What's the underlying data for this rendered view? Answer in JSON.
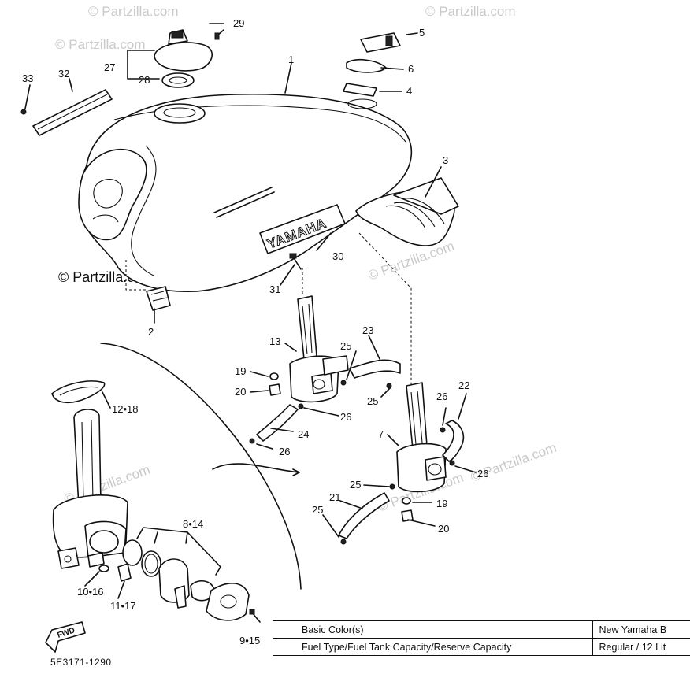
{
  "diagram": {
    "watermark": "© Partzilla.com",
    "tank_lettering": "YAMAHA",
    "front_marker": "FWD",
    "drawing_code": "5E3171-1290",
    "callouts": {
      "c1": "1",
      "c2": "2",
      "c3": "3",
      "c4": "4",
      "c5": "5",
      "c6": "6",
      "c7": "7",
      "c8_14": "8•14",
      "c9_15": "9•15",
      "c10_16": "10•16",
      "c11_17": "11•17",
      "c12_18": "12•18",
      "c13": "13",
      "c19a": "19",
      "c19b": "19",
      "c20a": "20",
      "c20b": "20",
      "c21": "21",
      "c22": "22",
      "c23": "23",
      "c24": "24",
      "c25a": "25",
      "c25b": "25",
      "c25c": "25",
      "c25d": "25",
      "c26a": "26",
      "c26b": "26",
      "c26c": "26",
      "c26d": "26",
      "c27": "27",
      "c28": "28",
      "c29": "29",
      "c30": "30",
      "c31": "31",
      "c32": "32",
      "c33": "33"
    }
  },
  "info_table": {
    "row1_label": "Basic Color(s)",
    "row1_value": "New Yamaha B",
    "row2_label": "Fuel Type/Fuel Tank Capacity/Reserve Capacity",
    "row2_value": "Regular / 12 Lit"
  }
}
